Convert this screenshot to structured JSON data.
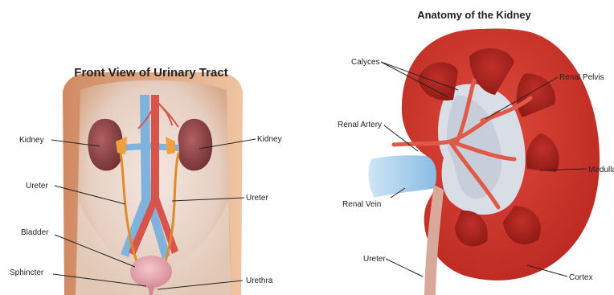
{
  "left_panel": {
    "title": "Front View of Urinary Tract",
    "labels": {
      "kidney_left": "Kidney",
      "kidney_right": "Kidney",
      "ureter_left": "Ureter",
      "ureter_right": "Ureter",
      "bladder": "Bladder",
      "sphincter": "Sphincter",
      "urethra": "Urethra"
    }
  },
  "right_panel": {
    "title": "Anatomy of the Kidney",
    "labels": {
      "calyces": "Calyces",
      "renal_pelvis": "Renal Pelvis",
      "renal_artery": "Renal Artery",
      "renal_vein": "Renal Vein",
      "medulla": "Medulla",
      "ureter": "Ureter",
      "cortex": "Cortex"
    }
  },
  "colors": {
    "skin": "#e8b48c",
    "kidney": "#8a3c3a",
    "cortex": "#c8302a",
    "medulla": "#a8201c",
    "vein": "#8fc3e8",
    "artery": "#e05a4a",
    "bladder": "#e6a6b0"
  }
}
